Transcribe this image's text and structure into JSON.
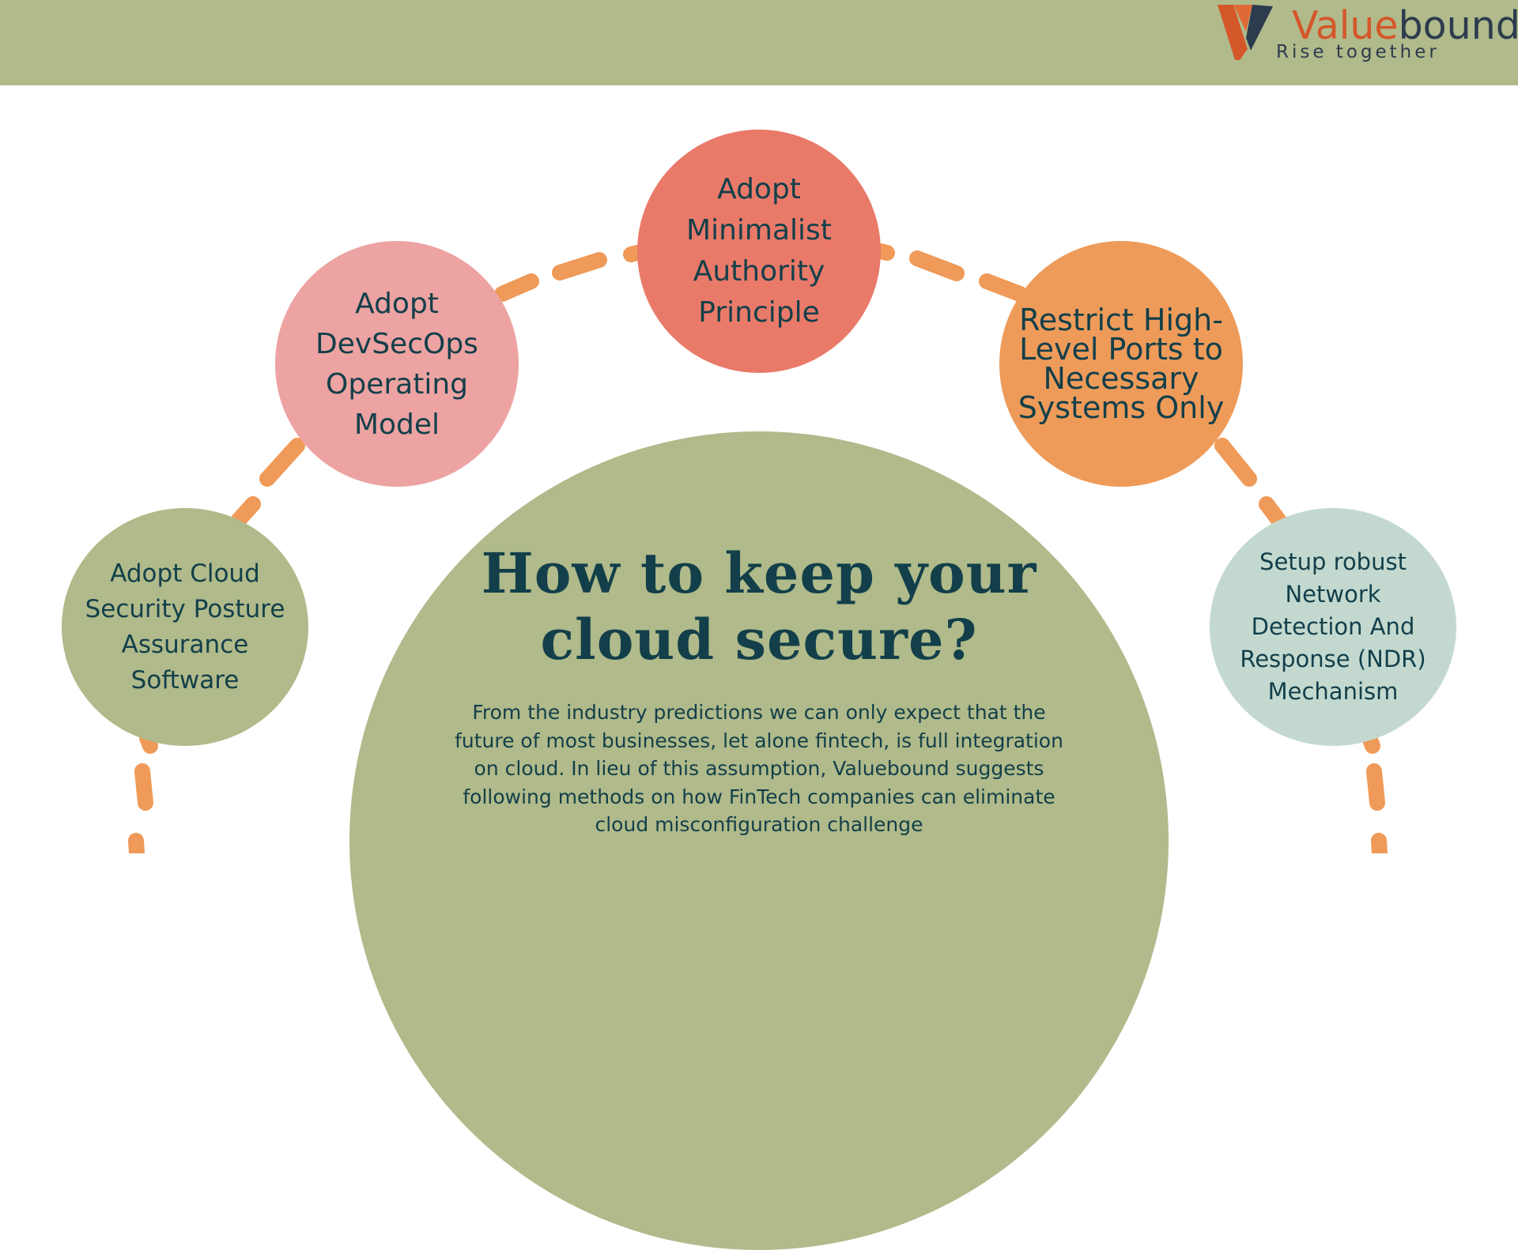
{
  "brand": {
    "name_part1": "Value",
    "name_part2": "bound",
    "tagline": "Rise together",
    "colors": {
      "orange": "#d4572a",
      "navy": "#2d3b4e"
    }
  },
  "title_line1": "How to keep your",
  "title_line2": "cloud secure?",
  "description": "From the industry predictions we can only expect that the future of most businesses, let alone fintech, is full integration on cloud. In lieu of this assumption, Valuebound suggests following methods on how FinTech companies can eliminate cloud misconfiguration challenge",
  "methods": {
    "minimalist": [
      "Adopt",
      "Minimalist",
      "Authority",
      "Principle"
    ],
    "devsecops": [
      "Adopt",
      "DevSecOps",
      "Operating",
      "Model"
    ],
    "ports": [
      "Restrict High-",
      "Level Ports to",
      "Necessary",
      "Systems Only"
    ],
    "cspa": [
      "Adopt Cloud",
      "Security Posture",
      "Assurance",
      "Software"
    ],
    "ndr": [
      "Setup robust",
      "Network",
      "Detection And",
      "Response (NDR)",
      "Mechanism"
    ]
  },
  "colors": {
    "band": "#b0ba8a",
    "dash": "#ef9a58",
    "text": "#123f4a",
    "minimalist": "#e97a69",
    "devsecops": "#eca3a2",
    "ports": "#ee9b5a",
    "cspa": "#b0ba8a",
    "ndr": "#c3d9cf"
  }
}
